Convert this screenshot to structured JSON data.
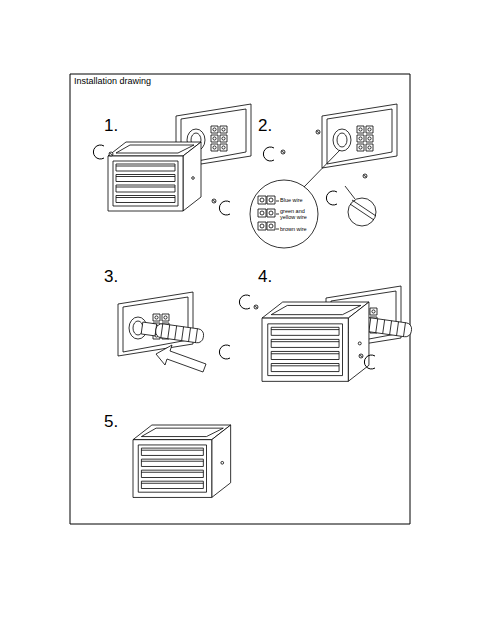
{
  "diagram": {
    "title": "Installation drawing",
    "labels": [
      "1.",
      "2.",
      "3.",
      "4.",
      "5.",
      "Blue wire",
      "green and yellow wire",
      "brown wire"
    ]
  }
}
